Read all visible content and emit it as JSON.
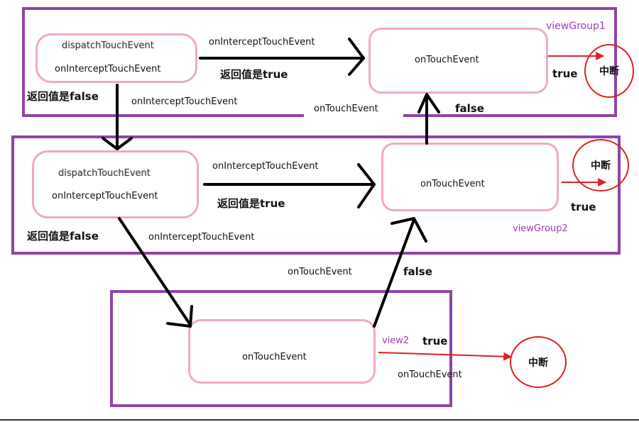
{
  "viewgroup1": {
    "name": "viewGroup1",
    "left_box": {
      "line1": "dispatchTouchEvent",
      "line2": "onInterceptTouchEvent"
    },
    "arrow_label_top": "onInterceptTouchEvent",
    "arrow_label_bottom": "返回值是true",
    "right_box": "onTouchEvent",
    "true_label": "true",
    "interrupt": "中断",
    "false_return": "返回值是false",
    "down_label": "onInterceptTouchEvent",
    "up_label": "onTouchEvent",
    "false_label": "false"
  },
  "viewgroup2": {
    "name": "viewGroup2",
    "left_box": {
      "line1": "dispatchTouchEvent",
      "line2": "onInterceptTouchEvent"
    },
    "arrow_label_top": "onInterceptTouchEvent",
    "arrow_label_bottom": "返回值是true",
    "right_box": "onTouchEvent",
    "true_label": "true",
    "interrupt": "中断",
    "false_return": "返回值是false",
    "down_label": "onInterceptTouchEvent",
    "up_label": "onTouchEvent",
    "false_label": "false"
  },
  "view2": {
    "name": "view2",
    "box": "onTouchEvent",
    "true_label": "true",
    "interrupt": "中断",
    "bottom_label": "onTouchEvent"
  },
  "colors": {
    "frame": "#8e44a8",
    "box_border": "#f4a7c4",
    "interrupt_red": "#e02020",
    "arrow_black": "#000000"
  }
}
